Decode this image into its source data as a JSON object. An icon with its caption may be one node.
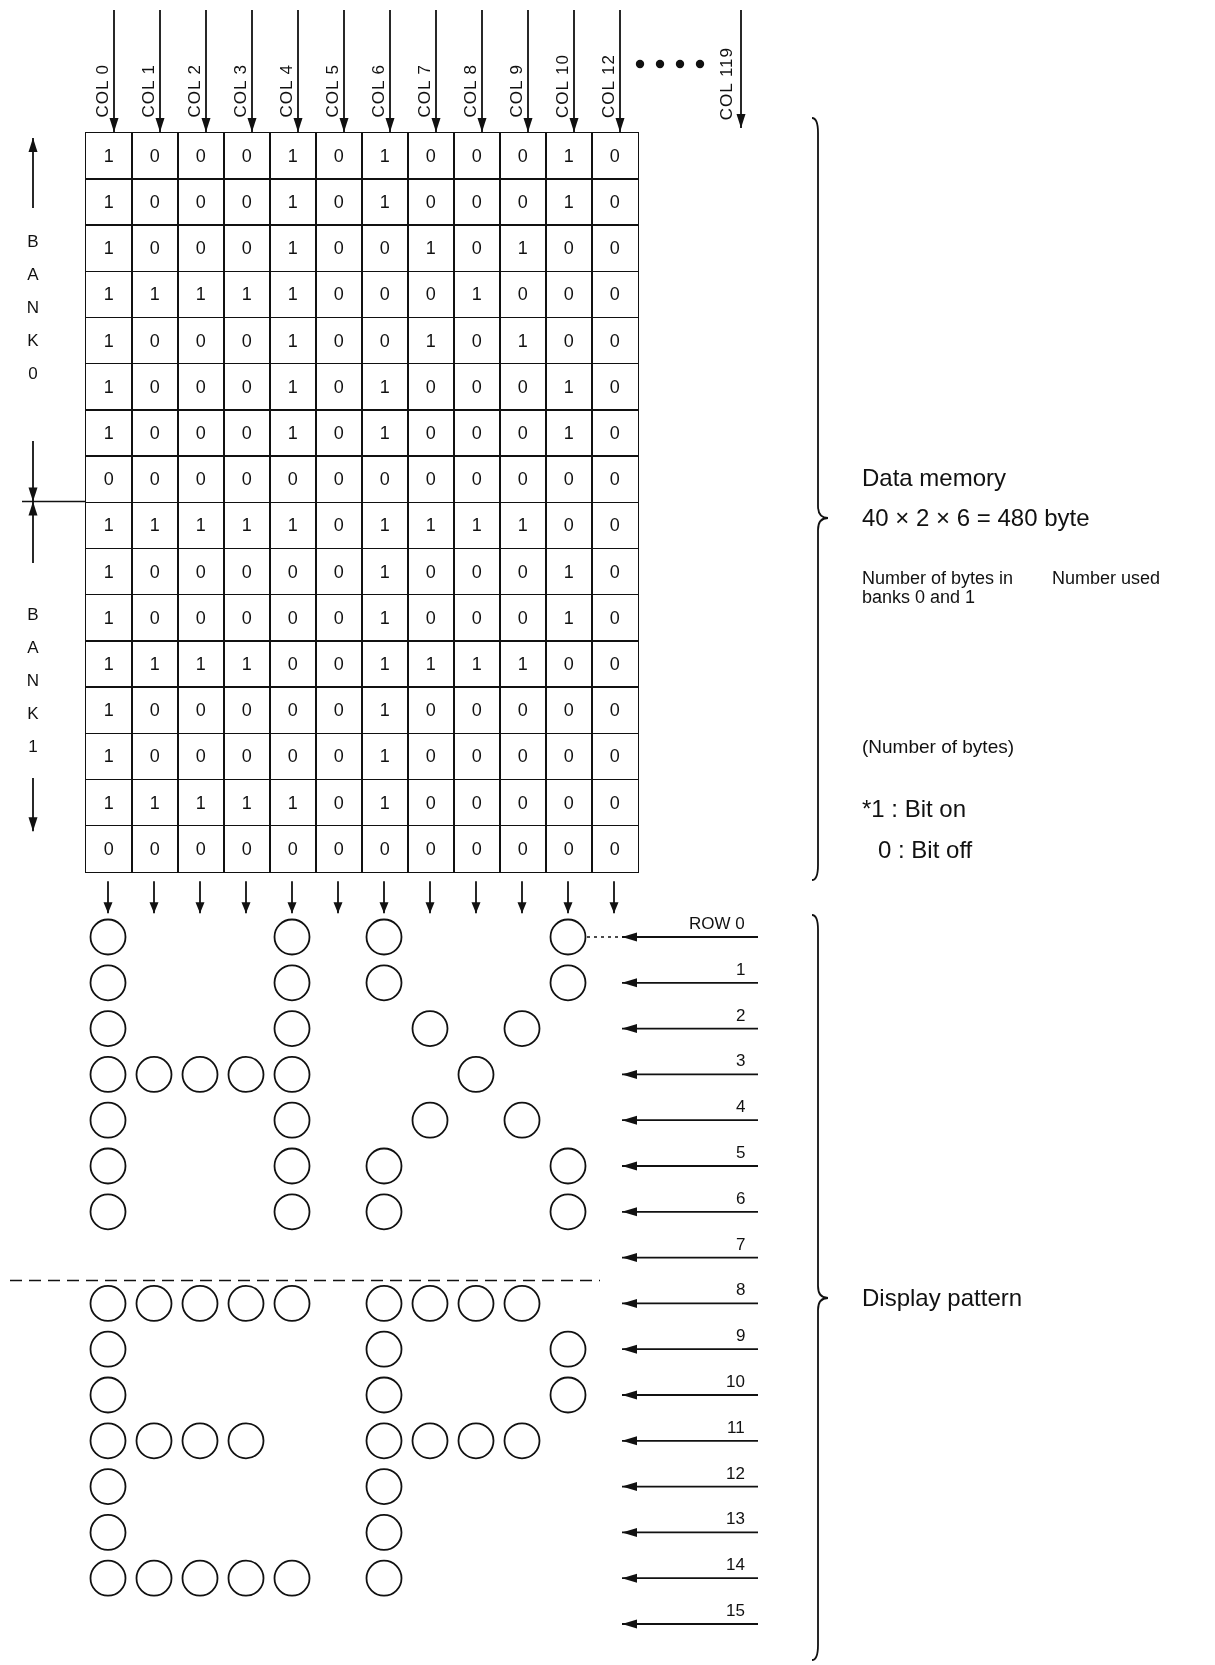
{
  "diagram": {
    "labels": [
      "COL 0",
      "COL 1",
      "COL 2",
      "COL 3",
      "COL 4",
      "COL 5",
      "COL 6",
      "COL 7",
      "COL 8",
      "COL 9",
      "COL 10",
      "COL 12",
      "COL 119",
      "BANK0",
      "BANK1",
      "1",
      "0",
      "0",
      "0",
      "1",
      "0",
      "1",
      "0",
      "0",
      "0",
      "1",
      "0",
      "1",
      "0",
      "0",
      "0",
      "1",
      "0",
      "1",
      "0",
      "0",
      "0",
      "1",
      "0",
      "1",
      "0",
      "0",
      "0",
      "1",
      "0",
      "0",
      "1",
      "0",
      "1",
      "0",
      "0",
      "1",
      "1",
      "1",
      "1",
      "1",
      "0",
      "0",
      "0",
      "1",
      "0",
      "0",
      "0",
      "1",
      "0",
      "0",
      "0",
      "1",
      "0",
      "0",
      "1",
      "0",
      "1",
      "0",
      "0",
      "1",
      "0",
      "0",
      "0",
      "1",
      "0",
      "1",
      "0",
      "0",
      "0",
      "1",
      "0",
      "1",
      "0",
      "0",
      "0",
      "1",
      "0",
      "1",
      "0",
      "0",
      "0",
      "1",
      "0",
      "0",
      "0",
      "0",
      "0",
      "0",
      "0",
      "0",
      "0",
      "0",
      "0",
      "0",
      "0",
      "1",
      "1",
      "1",
      "1",
      "1",
      "0",
      "1",
      "1",
      "1",
      "1",
      "0",
      "0",
      "1",
      "0",
      "0",
      "0",
      "0",
      "0",
      "1",
      "0",
      "0",
      "0",
      "1",
      "0",
      "1",
      "0",
      "0",
      "0",
      "0",
      "0",
      "1",
      "0",
      "0",
      "0",
      "1",
      "0",
      "1",
      "1",
      "1",
      "1",
      "0",
      "0",
      "1",
      "1",
      "1",
      "1",
      "0",
      "0",
      "1",
      "0",
      "0",
      "0",
      "0",
      "0",
      "1",
      "0",
      "0",
      "0",
      "0",
      "0",
      "1",
      "0",
      "0",
      "0",
      "0",
      "0",
      "1",
      "0",
      "0",
      "0",
      "0",
      "0",
      "1",
      "1",
      "1",
      "1",
      "1",
      "0",
      "1",
      "0",
      "0",
      "0",
      "0",
      "0",
      "0",
      "0",
      "0",
      "0",
      "0",
      "0",
      "0",
      "0",
      "0",
      "0",
      "0",
      "0",
      "Data memory",
      "40 × 2 × 6 = 480 byte",
      "Number of bytes in banks 0 and 1",
      "Number used",
      "(Number of bytes)",
      "*1 : Bit on",
      "0 : Bit off",
      "ROW 0",
      "1",
      "2",
      "3",
      "4",
      "5",
      "6",
      "7",
      "8",
      "9",
      "10",
      "11",
      "12",
      "13",
      "14",
      "15",
      "Display pattern"
    ]
  }
}
